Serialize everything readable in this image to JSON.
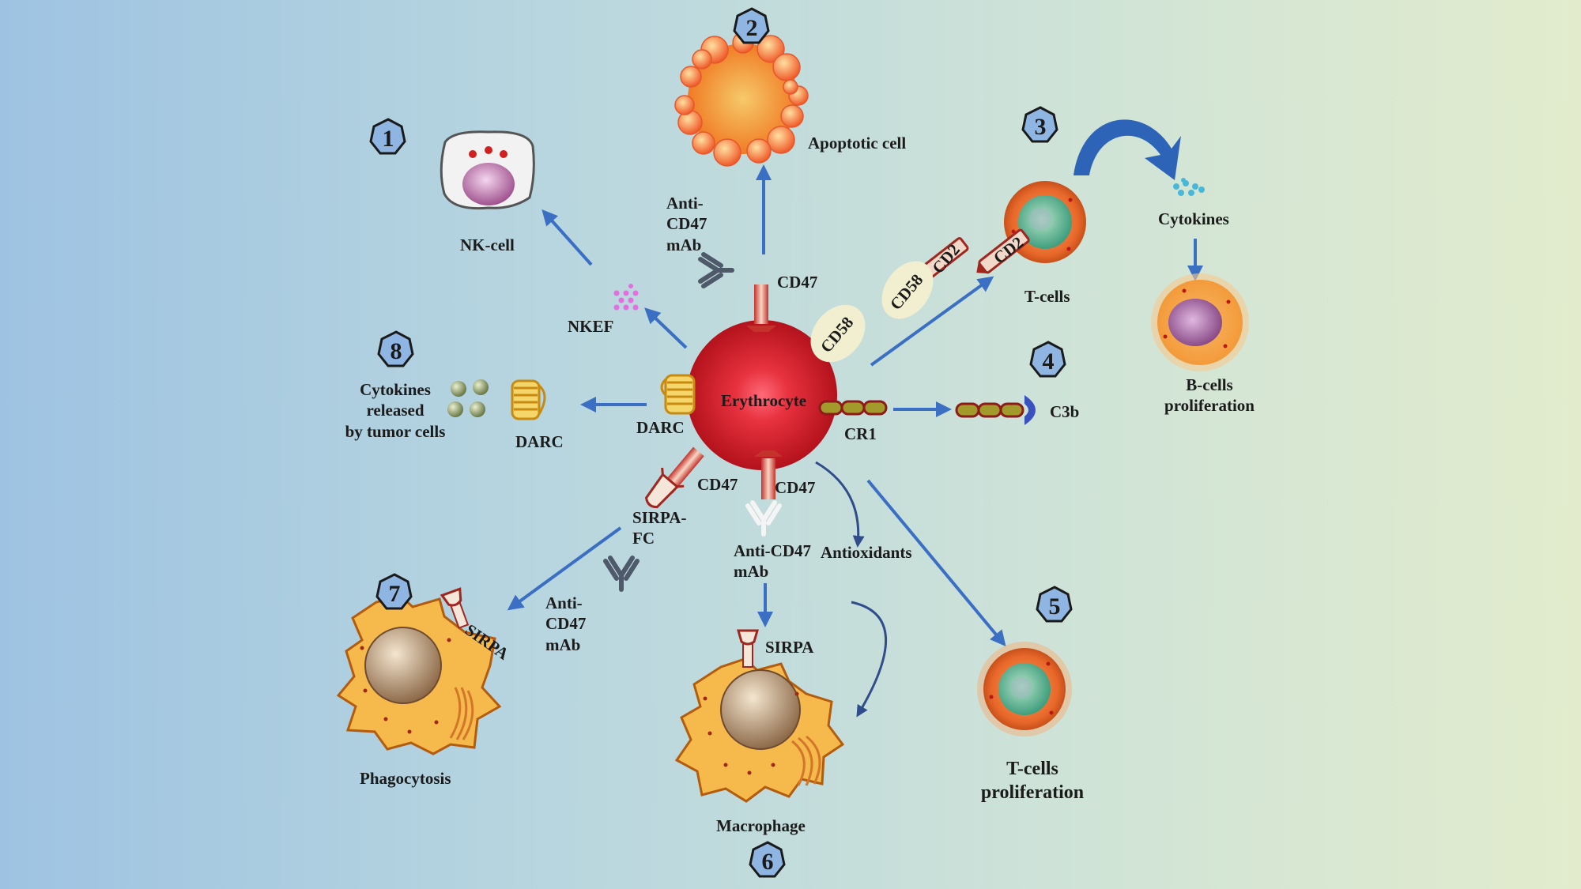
{
  "steps": [
    "1",
    "2",
    "3",
    "4",
    "5",
    "6",
    "7",
    "8"
  ],
  "labels": {
    "erythrocyte": "Erythrocyte",
    "apoptotic_cell": "Apoptotic cell",
    "nk_cell": "NK-cell",
    "anti_cd47_top": "Anti-\nCD47\nmAb",
    "cd47_top": "CD47",
    "cd58_on_rbc": "CD58",
    "cd58_free": "CD58",
    "cd2_a": "CD2",
    "cd2_b": "CD2",
    "t_cells": "T-cells",
    "cytokines_right": "Cytokines",
    "b_cells": "B-cells\nproliferation",
    "nkef": "NKEF",
    "cytokines_tumor": "Cytokines\nreleased\nby tumor cells",
    "darc_left": "DARC",
    "darc_rbc": "DARC",
    "cr1": "CR1",
    "c3b": "C3b",
    "cd47_left": "CD47",
    "cd47_bottom": "CD47",
    "sirpa_fc": "SIRPA-\nFC",
    "anti_cd47_bottom": "Anti-CD47\nmAb",
    "antioxidants": "Antioxidants",
    "t_cells_prolif": "T-cells\nproliferation",
    "anti_cd47_left": "Anti-\nCD47\nmAb",
    "sirpa_left": "SIRPA",
    "sirpa_bottom": "SIRPA",
    "phagocytosis": "Phagocytosis",
    "macrophage": "Macrophage"
  },
  "colors": {
    "arrow": "#3a6fc4",
    "erythrocyte": "#d81e2c",
    "badge": "#8fb6e3",
    "macrophage": "#f6b94c",
    "tcell": "#e6702a",
    "apoptotic": "#f7862f"
  }
}
